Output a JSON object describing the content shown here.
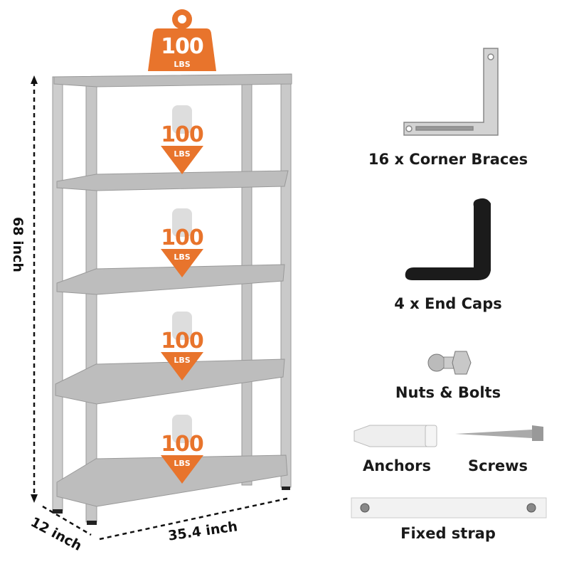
{
  "colors": {
    "accent": "#e8742c",
    "metal": "#b8b8b8",
    "text": "#1a1a1a"
  },
  "top_weight": {
    "value": "100",
    "unit": "LBS"
  },
  "shelf_loads": [
    {
      "value": "100",
      "unit": "LBS"
    },
    {
      "value": "100",
      "unit": "LBS"
    },
    {
      "value": "100",
      "unit": "LBS"
    },
    {
      "value": "100",
      "unit": "LBS"
    }
  ],
  "dimensions": {
    "height": "68 inch",
    "depth": "12 inch",
    "width": "35.4 inch"
  },
  "accessories": {
    "corner_braces": "16 x Corner Braces",
    "end_caps": "4 x End Caps",
    "nuts_bolts": "Nuts & Bolts",
    "anchors": "Anchors",
    "screws": "Screws",
    "strap": "Fixed strap"
  }
}
